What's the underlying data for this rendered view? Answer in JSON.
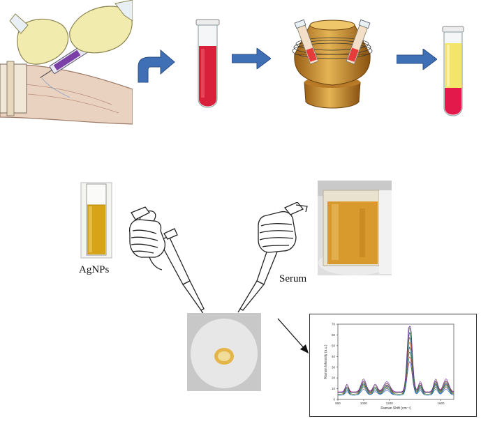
{
  "labels": {
    "agnps": "AgNPs",
    "serum": "Serum"
  },
  "chart_data": {
    "type": "line",
    "xlabel": "Raman Shift (cm⁻¹)",
    "ylabel": "Raman Intensity (a.u.)",
    "x_ticks": [
      "800",
      "1000",
      "1200",
      "1600"
    ],
    "y_ticks": [
      "0",
      "10",
      "20",
      "30",
      "40",
      "50",
      "60",
      "70"
    ],
    "xlim": [
      800,
      1700
    ],
    "ylim": [
      0,
      70
    ],
    "grid": false
  },
  "colors": {
    "arrow": "#3f6fb4",
    "blood": "#d8203a",
    "serum": "#f3e46a",
    "agnps": "#d7a417",
    "centrifuge": "#c78b2c"
  },
  "icons": [
    "syringe-blood-draw-icon",
    "blood-tube-icon",
    "centrifuge-icon",
    "serum-separated-tube-icon",
    "agnps-cuvette-icon",
    "pipette-hand-icon",
    "serum-container-icon",
    "sample-drop-substrate-icon",
    "raman-spectra-icon"
  ]
}
